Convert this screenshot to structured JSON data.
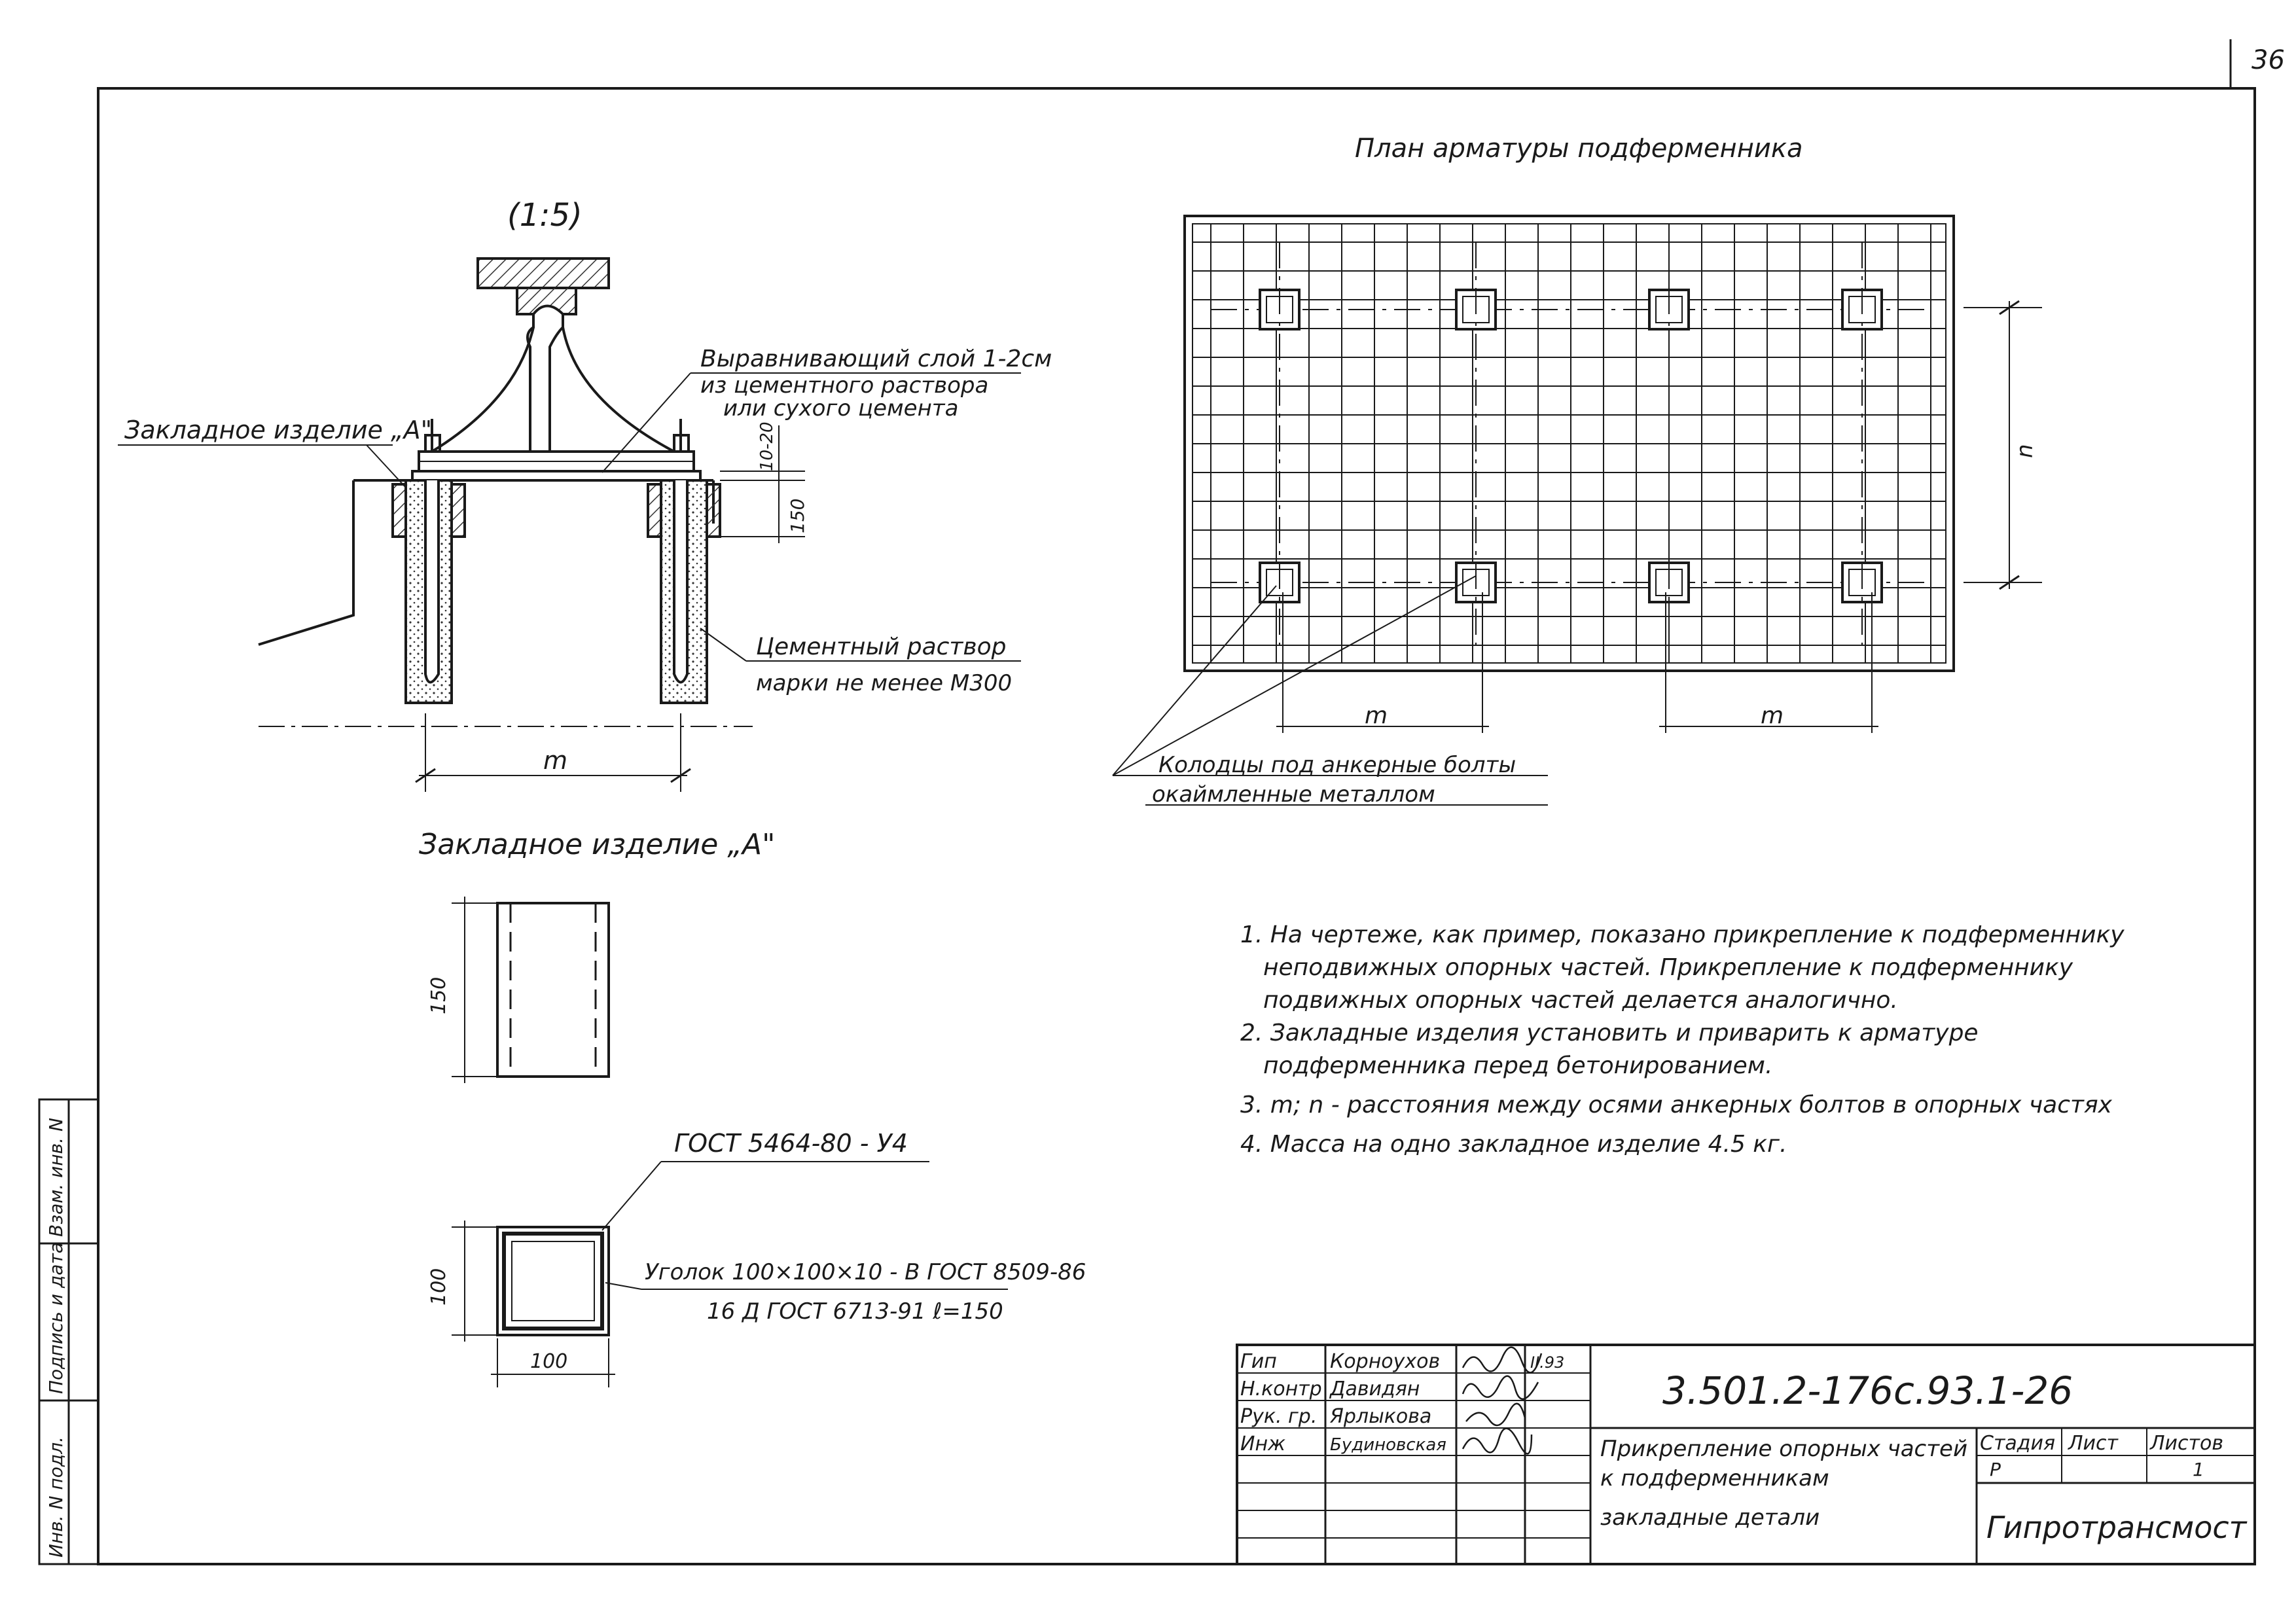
{
  "page_number": "36",
  "scale": "(1:5)",
  "section_title": "Закладное изделие „А\"",
  "plan_title": "План арматуры подферменника",
  "callouts": {
    "embedded_item": "Закладное изделие „А\"",
    "leveling_layer_1": "Выравнивающий слой 1-2см",
    "leveling_layer_2": "из цементного раствора",
    "leveling_layer_3": "или сухого цемента",
    "mortar_1": "Цементный раствор",
    "mortar_2": "марки не менее М300",
    "wells_1": "Колодцы под анкерные болты",
    "wells_2": "окаймленные металлом",
    "gost_plate": "ГОСТ 5464-80 - У4",
    "angle_1": "Уголок 100×100×10 - В ГОСТ 8509-86",
    "angle_2": "16 Д ГОСТ 6713-91   ℓ=150"
  },
  "dimensions": {
    "d_10_20": "10-20",
    "d_150": "150",
    "m": "m",
    "n": "n",
    "side_150": "150",
    "side_100": "100",
    "bottom_100": "100"
  },
  "notes": [
    "1. На чертеже, как пример, показано прикрепление к подферменнику",
    "неподвижных опорных частей. Прикрепление к подферменнику",
    "подвижных опорных частей делается аналогично.",
    "2. Закладные изделия установить и приварить к арматуре",
    "подферменника перед бетонированием.",
    "3. m; n - расстояния между осями анкерных болтов в опорных частях",
    "4. Масса на одно закладное изделие 4.5 кг."
  ],
  "left_margin_stamp": [
    "Инв. N подл.",
    "Подпись и дата",
    "Взам. инв. N"
  ],
  "title_block": {
    "roles": [
      "Гип",
      "Н.контр",
      "Рук. гр.",
      "Инж"
    ],
    "names": [
      "Корноухов",
      "Давидян",
      "Ярлыкова",
      "Будиновская"
    ],
    "date": "II.93",
    "code": "3.501.2-176с.93.1-26",
    "description": [
      "Прикрепление опорных частей",
      "к подферменникам",
      "закладные детали"
    ],
    "stage_label": "Стадия",
    "sheet_label": "Лист",
    "sheets_label": "Листов",
    "stage_value": "Р",
    "sheets_value": "1",
    "organization": "Гипротрансмост"
  }
}
